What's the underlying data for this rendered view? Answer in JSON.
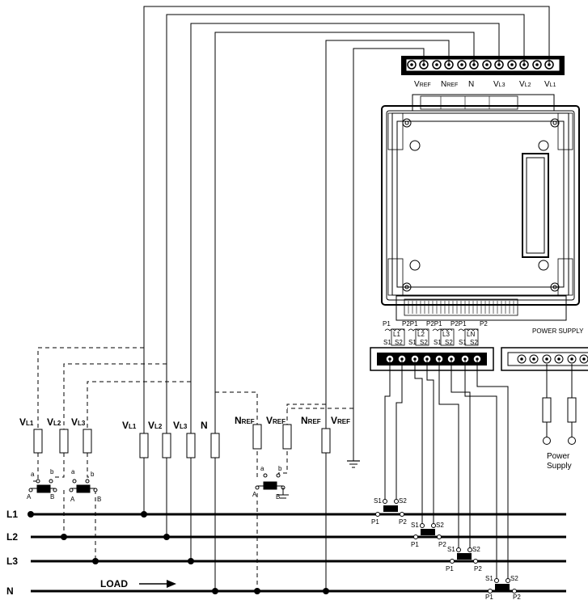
{
  "meter_terminals": {
    "vref": "V",
    "vref_sub": "REF",
    "nref": "N",
    "nref_sub": "REF",
    "n": "N",
    "vl3": "V",
    "vl3_sub": "L3",
    "vl2": "V",
    "vl2_sub": "L2",
    "vl1": "V",
    "vl1_sub": "L1"
  },
  "ct_block": {
    "labels": [
      "P1",
      "P2P1",
      "P2P1",
      "P2P1",
      "P2"
    ],
    "ct_names": [
      "L1",
      "L2",
      "L3",
      "LN"
    ],
    "s_labels": [
      "S1",
      "S2",
      "S1",
      "S2",
      "S1",
      "S2",
      "S1",
      "S2"
    ]
  },
  "power_supply": {
    "header": "POWER SUPPLY",
    "line1": "Power",
    "line2": "Supply"
  },
  "fuse_labels": {
    "left_group": [
      {
        "main": "V",
        "sub": "L1"
      },
      {
        "main": "V",
        "sub": "L2"
      },
      {
        "main": "V",
        "sub": "L3"
      }
    ],
    "middle_group": [
      {
        "main": "V",
        "sub": "L1"
      },
      {
        "main": "V",
        "sub": "L2"
      },
      {
        "main": "V",
        "sub": "L3"
      },
      {
        "main": "N",
        "sub": ""
      }
    ],
    "ref_group": [
      {
        "main": "N",
        "sub": "REF"
      },
      {
        "main": "V",
        "sub": "REF"
      },
      {
        "main": "N",
        "sub": "REF"
      },
      {
        "main": "V",
        "sub": "REF"
      }
    ]
  },
  "switch_labels": {
    "a": "a",
    "b": "b",
    "A": "A",
    "B": "B"
  },
  "ct_field": {
    "s1": "S1",
    "s2": "S2",
    "p1": "P1",
    "p2": "P2"
  },
  "bus_labels": [
    "L1",
    "L2",
    "L3",
    "N"
  ],
  "load_label": "LOAD"
}
